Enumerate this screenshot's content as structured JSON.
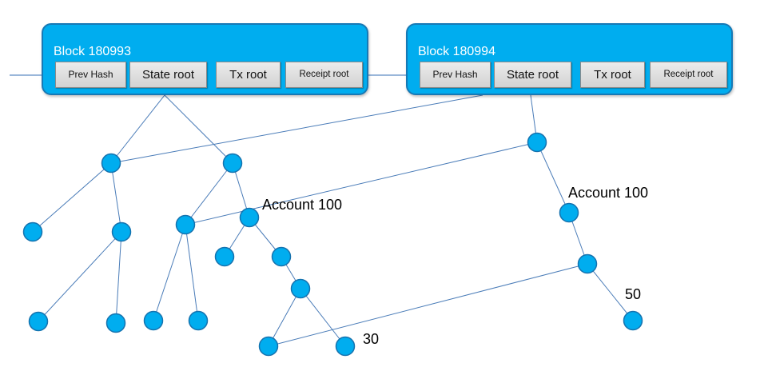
{
  "blocks": [
    {
      "title": "Block 180993",
      "fields": {
        "prev_hash": "Prev Hash",
        "state_root": "State root",
        "tx_root": "Tx root",
        "receipt_root": "Receipt root"
      }
    },
    {
      "title": "Block 180994",
      "fields": {
        "prev_hash": "Prev Hash",
        "state_root": "State root",
        "tx_root": "Tx root",
        "receipt_root": "Receipt root"
      }
    }
  ],
  "labels": {
    "account_old": "Account 100",
    "account_new": "Account 100",
    "value_old": "30",
    "value_new": "50"
  },
  "colors": {
    "block_fill": "#00adef",
    "block_border": "#1779b5",
    "node_fill": "#00adef",
    "node_border": "#1572ae",
    "edge": "#4a7cb8"
  }
}
